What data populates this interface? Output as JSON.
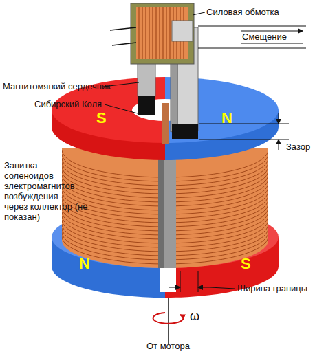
{
  "diagram": {
    "labels": [
      "Силовая обмотка",
      "Смещение",
      "Магнитомягкий сердечник",
      "Сибирский Коля",
      "S",
      "N",
      "Зазор",
      "Запитка соленоидов электромагнитов возбуждения - через коллектор (не показан)",
      "N",
      "S",
      "Ширина границы",
      "ω",
      "От мотора"
    ]
  }
}
